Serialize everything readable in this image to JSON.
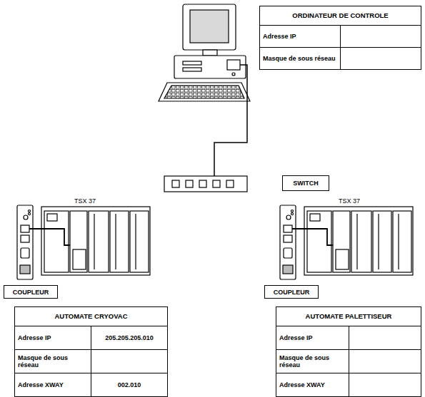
{
  "diagram": {
    "nodes": [
      {
        "text": [
          "ORDINATEUR DE CONTROLE",
          "Adresse IP",
          "Masque de sous réseau"
        ]
      },
      {
        "text": [
          "SWITCH"
        ]
      },
      {
        "text": [
          "COUPLEUR"
        ]
      },
      {
        "text": [
          "COUPLEUR"
        ]
      },
      {
        "text": [
          "AUTOMATE CRYOVAC",
          "Adresse IP",
          "205.205.205.010",
          "Masque de sous réseau",
          "Adresse XWAY",
          "002.010"
        ]
      },
      {
        "text": [
          "AUTOMATE PALETTISEUR",
          "Adresse IP",
          "Masque de sous réseau",
          "Adresse XWAY"
        ]
      }
    ],
    "labels": [
      "TSX 37",
      "TSX 37"
    ]
  }
}
